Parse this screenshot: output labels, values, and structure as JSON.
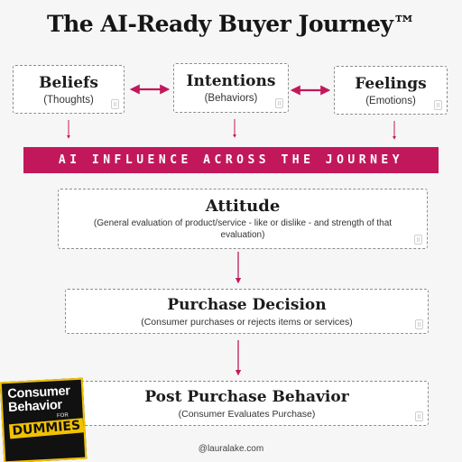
{
  "title": "The AI-Ready Buyer Journey™",
  "top_boxes": [
    {
      "heading": "Beliefs",
      "sub": "(Thoughts)"
    },
    {
      "heading": "Intentions",
      "sub": "(Behaviors)"
    },
    {
      "heading": "Feelings",
      "sub": "(Emotions)"
    }
  ],
  "banner": "AI INFLUENCE ACROSS THE JOURNEY",
  "steps": [
    {
      "heading": "Attitude",
      "sub": "(General evaluation of product/service - like or dislike - and strength of that evaluation)"
    },
    {
      "heading": "Purchase Decision",
      "sub": "(Consumer purchases or rejects items or services)"
    },
    {
      "heading": "Post Purchase Behavior",
      "sub": "(Consumer Evaluates Purchase)"
    }
  ],
  "book": {
    "line1": "Consumer",
    "line2": "Behavior",
    "for": "FOR",
    "dummies": "DUMMIES"
  },
  "footer": "@lauralake.com",
  "colors": {
    "accent": "#c2185b",
    "book_yellow": "#f2c200",
    "box_border": "#8d8d8d"
  }
}
